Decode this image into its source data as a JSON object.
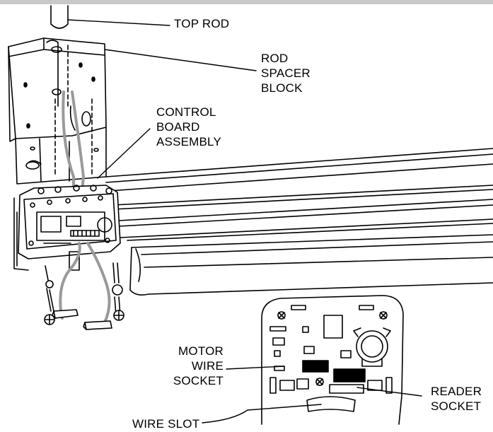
{
  "labels": {
    "top_rod": "TOP ROD",
    "rod_spacer_block": [
      "ROD",
      "SPACER",
      "BLOCK"
    ],
    "control_board_assembly": [
      "CONTROL",
      "BOARD",
      "ASSEMBLY"
    ],
    "motor_wire_socket": [
      "MOTOR",
      "WIRE",
      "SOCKET"
    ],
    "reader_socket": [
      "READER",
      "SOCKET"
    ],
    "wire_slot": "WIRE SLOT"
  },
  "colors": {
    "line": "#000000",
    "wire": "#9a9a9a",
    "header_bar": "#c8c8c8"
  }
}
